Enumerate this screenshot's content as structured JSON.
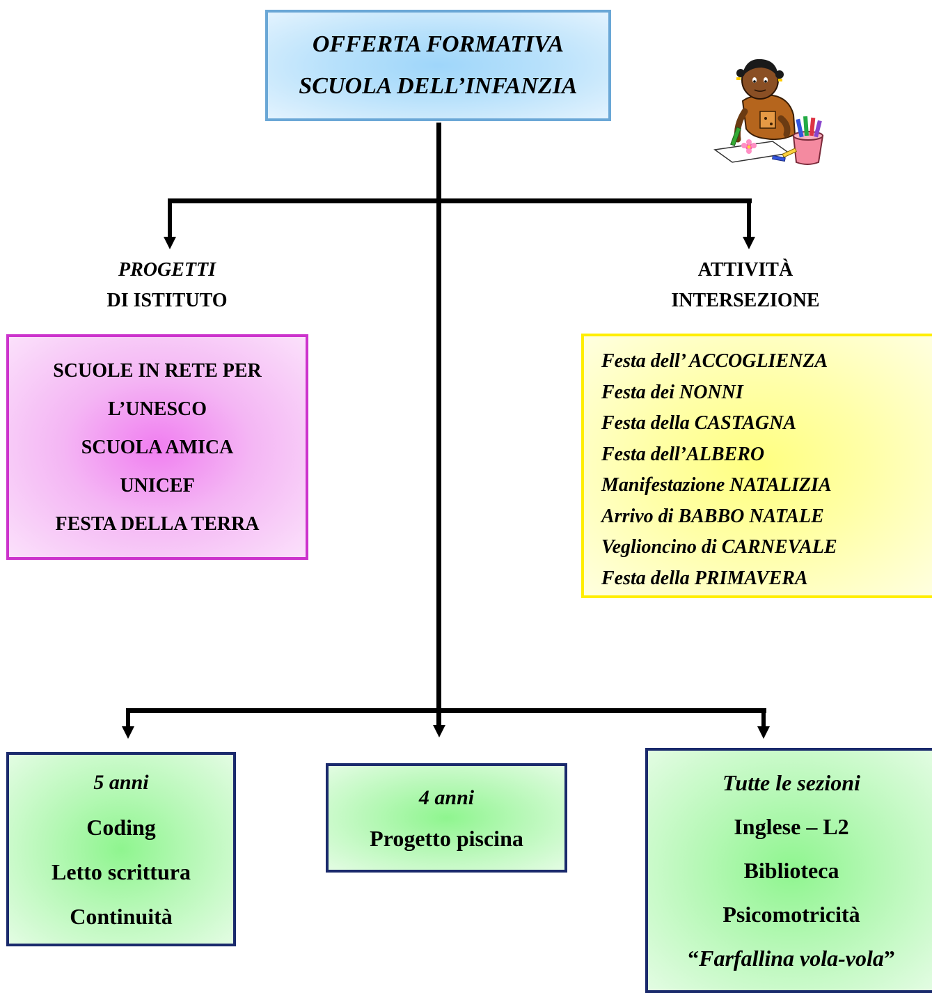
{
  "title": {
    "line1": "OFFERTA FORMATIVA",
    "line2": "SCUOLA DELL’INFANZIA"
  },
  "left_branch": {
    "label_line1": "PROGETTI",
    "label_line2": "DI ISTITUTO",
    "items": [
      "SCUOLE IN RETE PER",
      "L’UNESCO",
      "SCUOLA AMICA",
      "UNICEF",
      "FESTA DELLA TERRA"
    ]
  },
  "right_branch": {
    "label_line1": "ATTIVITÀ",
    "label_line2": "INTERSEZIONE",
    "items": [
      "Festa dell’ ACCOGLIENZA",
      "Festa dei NONNI",
      "Festa della CASTAGNA",
      "Festa dell’ALBERO",
      "Manifestazione NATALIZIA",
      "Arrivo di BABBO NATALE",
      "Veglioncino di CARNEVALE",
      "Festa della PRIMAVERA"
    ]
  },
  "bottom_boxes": {
    "five_years": {
      "heading": "5 anni",
      "items": [
        "Coding",
        "Letto scrittura",
        "Continuità"
      ]
    },
    "four_years": {
      "heading": "4 anni",
      "items": [
        "Progetto piscina"
      ]
    },
    "all_sections": {
      "heading": "Tutte le sezioni",
      "items": [
        "Inglese – L2",
        "Biblioteca",
        "Psicomotricità"
      ],
      "last_quote_open": "“",
      "last_italic": "Farfallina vola-vola",
      "last_quote_close": "”"
    }
  },
  "illustration": {
    "icon": "child-drawing-illustration"
  },
  "colors": {
    "title_border": "#6aa7d6",
    "title_fill": "#9fd6fa",
    "pink_border": "#cc33cc",
    "pink_fill": "#f07ef0",
    "yellow_border": "#ffee00",
    "yellow_fill": "#ffff80",
    "green_border": "#1a2a6c",
    "green_fill": "#8ff58f",
    "connector": "#000000"
  }
}
